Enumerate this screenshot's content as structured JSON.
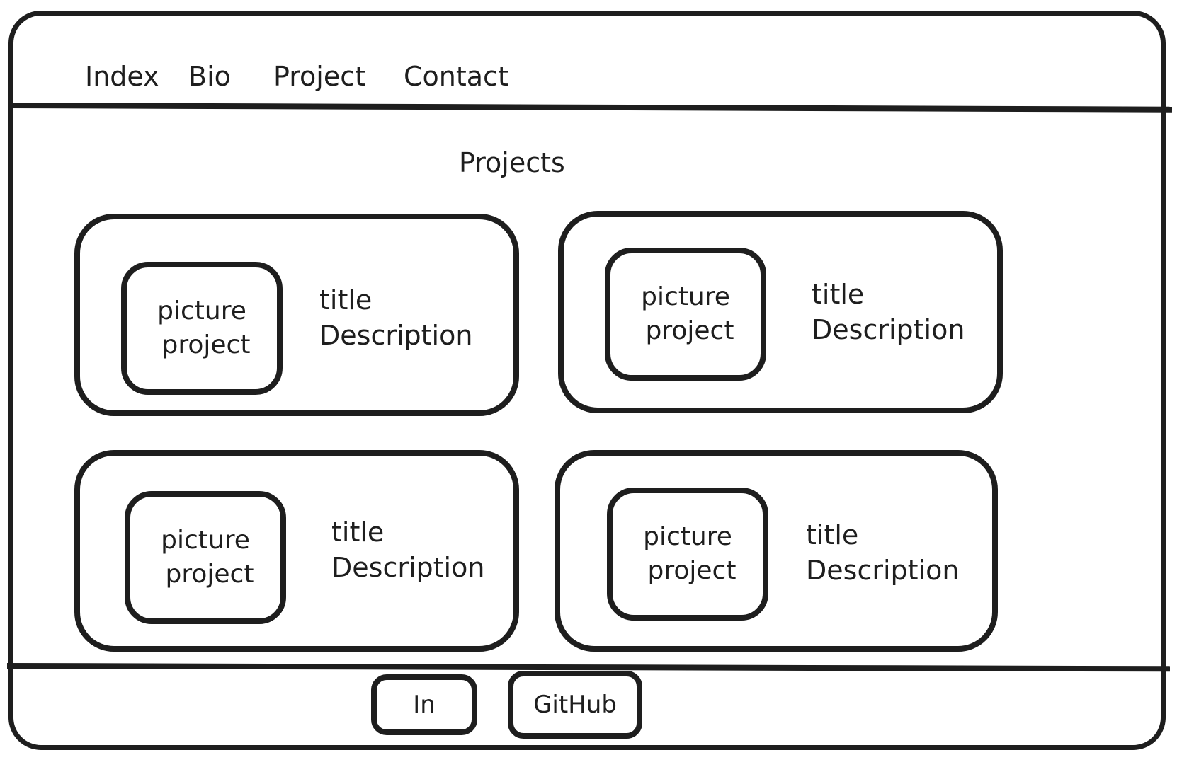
{
  "nav": {
    "items": [
      {
        "label": "Index"
      },
      {
        "label": "Bio"
      },
      {
        "label": "Project"
      },
      {
        "label": "Contact"
      }
    ]
  },
  "main": {
    "heading": "Projects",
    "cards": [
      {
        "picture_line1": "picture",
        "picture_line2": "project",
        "title": "title",
        "description": "Description"
      },
      {
        "picture_line1": "picture",
        "picture_line2": "project",
        "title": "title",
        "description": "Description"
      },
      {
        "picture_line1": "picture",
        "picture_line2": "project",
        "title": "title",
        "description": "Description"
      },
      {
        "picture_line1": "picture",
        "picture_line2": "project",
        "title": "title",
        "description": "Description"
      }
    ]
  },
  "footer": {
    "linkedin_label": "In",
    "github_label": "GitHub"
  },
  "colors": {
    "stroke": "#1e1e1e",
    "background": "#ffffff"
  }
}
